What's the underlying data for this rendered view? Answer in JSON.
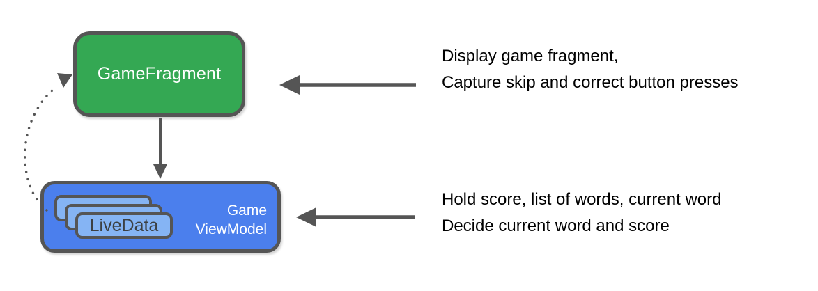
{
  "nodes": {
    "fragment": {
      "label": "GameFragment"
    },
    "viewmodel": {
      "line1": "Game",
      "line2": "ViewModel"
    },
    "livedata": {
      "label": "LiveData"
    }
  },
  "notes": {
    "fragment": {
      "line1": "Display game fragment,",
      "line2": "Capture skip and correct button presses"
    },
    "viewmodel": {
      "line1": "Hold score, list of words, current word",
      "line2": "Decide current word and score"
    }
  },
  "arrows": {
    "fragment_to_viewmodel": "solid-down",
    "note_to_fragment": "solid-left",
    "note_to_viewmodel": "solid-left",
    "viewmodel_to_fragment": "dotted-curve-up"
  },
  "colors": {
    "page_bg": "#ffffff",
    "fragment_fill": "#34A853",
    "viewmodel_fill": "#4B7FED",
    "livedata_fill": "#85B4F4",
    "outline": "#555555",
    "arrow": "#555555",
    "node_text": "#ffffff",
    "livedata_text": "#3C4043",
    "note_text": "#000000"
  }
}
